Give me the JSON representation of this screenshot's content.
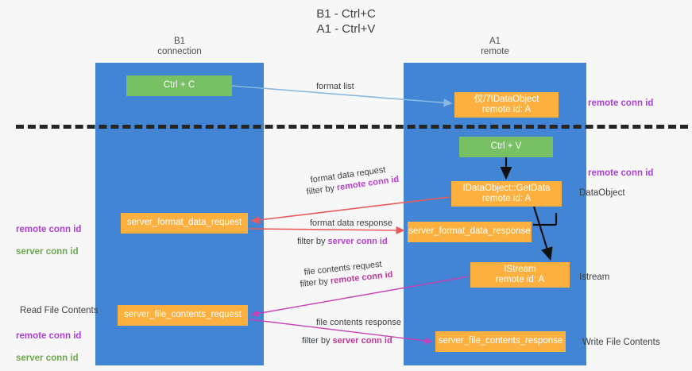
{
  "title": "B1 - Ctrl+C\nA1 - Ctrl+V",
  "lanes": {
    "left": {
      "header": "B1\nconnection",
      "color": "#4285d4"
    },
    "right": {
      "header": "A1\nremote",
      "color": "#4285d4"
    }
  },
  "boxes": {
    "ctrl_c": "Ctrl + C",
    "ctrl_v": "Ctrl + V",
    "idataobject": "仅/7IDataObject\nremote id: A",
    "getdata": "IDataObject::GetData\nremote id: A",
    "istream": "IStream\nremote id: A",
    "server_format_data_request": "server_format_data_request",
    "server_format_data_response": "server_format_data_response",
    "server_file_contents_request": "server_file_contents_request",
    "server_file_contents_response": "server_file_contents_response"
  },
  "side_labels": {
    "remote_conn_id_top": "remote conn id",
    "remote_conn_id_mid": "remote conn id",
    "dataobject": "DataObject",
    "istream": "Istream",
    "write_file_contents": "Write File Contents",
    "read_file_contents": "Read File Contents",
    "remote_conn_id_left": "remote conn id",
    "server_conn_id_left": "server conn id",
    "remote_conn_id_left2": "remote conn id",
    "server_conn_id_left2": "server conn id"
  },
  "arrow_labels": {
    "format_list": "format list",
    "format_data_request": "format data request",
    "filter_by_label": "filter by ",
    "filter_remote_conn_id": "remote conn id",
    "format_data_response": "format data response",
    "filter_server_conn_id": "server conn id",
    "file_contents_request": "file contents request",
    "filter_remote_conn_id_2": "remote conn id",
    "file_contents_response": "file contents response",
    "filter_server_conn_id_2": "server conn id"
  },
  "colors": {
    "lane_blue": "#4285d4",
    "green_box": "#77c063",
    "orange_box": "#fbb040",
    "purple_text": "#a93fd4",
    "green_text": "#6aa84f",
    "light_blue_arrow": "#8ab8e0",
    "red_arrow": "#ea5b5b",
    "magenta_arrow": "#c93fb5",
    "black_arrow": "#111111",
    "divider": "#252525",
    "background": "#f7f7f7"
  }
}
